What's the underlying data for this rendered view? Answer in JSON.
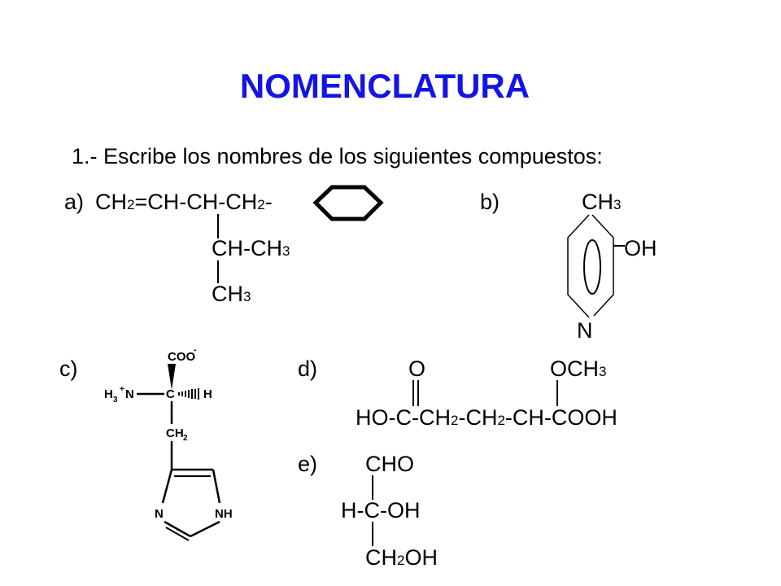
{
  "title": "NOMENCLATURA",
  "instruction": "1.- Escribe los nombres de los siguientes compuestos:",
  "compound_a": {
    "label": "a)",
    "line1": [
      "CH",
      "2",
      "=CH-CH-CH",
      "2",
      "-"
    ],
    "line2": [
      "CH-CH",
      "3"
    ],
    "line3": [
      "CH",
      "3"
    ]
  },
  "compound_b": {
    "label": "b)",
    "top": [
      "CH",
      "3"
    ],
    "side": "OH",
    "ring_atom": "N"
  },
  "compound_c": {
    "label": "c)",
    "top_group": "COO",
    "top_charge": "-",
    "left_group": "H",
    "left_sub": "3",
    "left_charge": "+",
    "left_n": "N",
    "center": "C",
    "right": "H",
    "chain": "CH",
    "chain_sub": "2",
    "ring_n_left": "N",
    "ring_nh": "NH"
  },
  "compound_d": {
    "label": "d)",
    "o_top": "O",
    "och_top": [
      "OCH",
      "3"
    ],
    "main": [
      "HO-C-CH",
      "2",
      "-CH",
      "2",
      "-CH-COOH"
    ]
  },
  "compound_e": {
    "label": "e)",
    "top": "CHO",
    "middle": "H-C-OH",
    "bottom": [
      "CH",
      "2",
      "OH"
    ]
  }
}
